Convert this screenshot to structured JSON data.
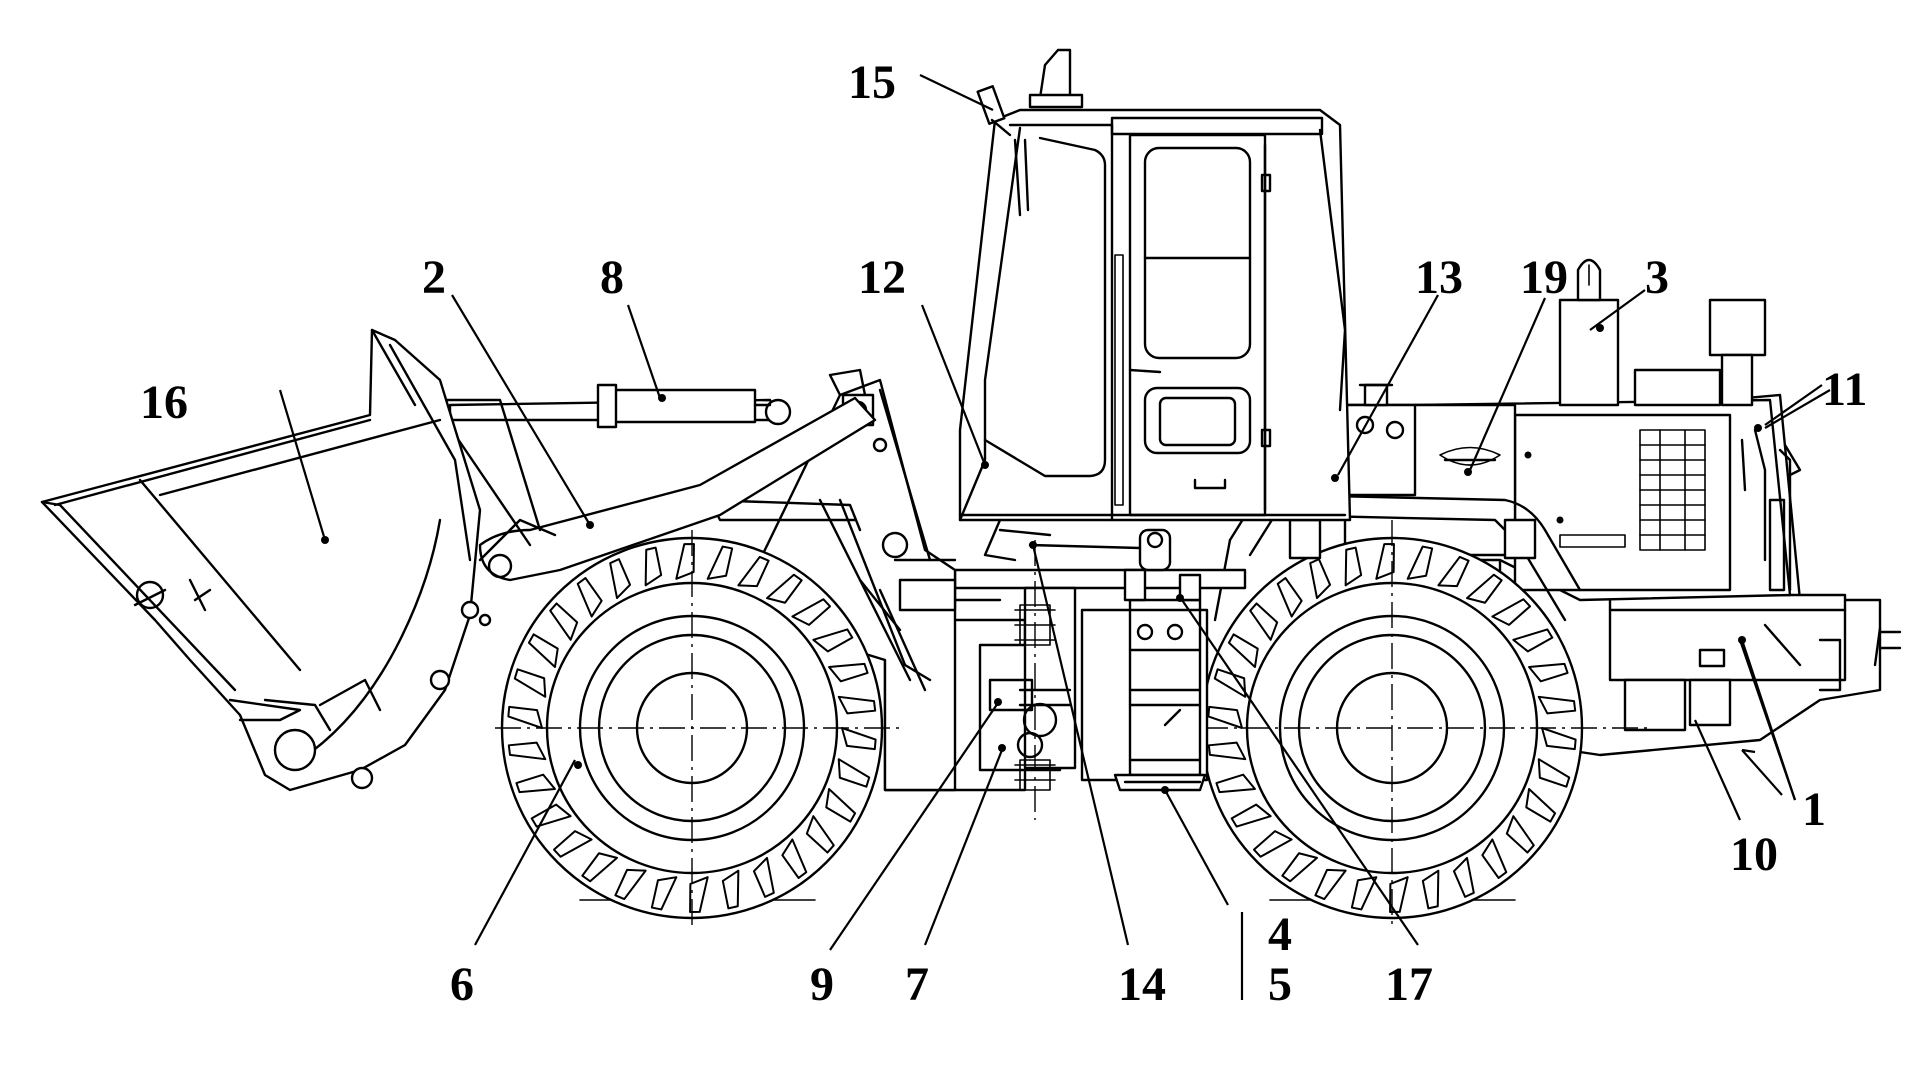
{
  "callouts": [
    {
      "id": "l1",
      "label": "1"
    },
    {
      "id": "l2",
      "label": "2"
    },
    {
      "id": "l3",
      "label": "3"
    },
    {
      "id": "l4",
      "label": "4"
    },
    {
      "id": "l5",
      "label": "5"
    },
    {
      "id": "l6",
      "label": "6"
    },
    {
      "id": "l7",
      "label": "7"
    },
    {
      "id": "l8",
      "label": "8"
    },
    {
      "id": "l9",
      "label": "9"
    },
    {
      "id": "l10",
      "label": "10"
    },
    {
      "id": "l11",
      "label": "11"
    },
    {
      "id": "l12",
      "label": "12"
    },
    {
      "id": "l13",
      "label": "13"
    },
    {
      "id": "l14",
      "label": "14"
    },
    {
      "id": "l15",
      "label": "15"
    },
    {
      "id": "l16",
      "label": "16"
    },
    {
      "id": "l17",
      "label": "17"
    },
    {
      "id": "l19",
      "label": "19"
    }
  ]
}
